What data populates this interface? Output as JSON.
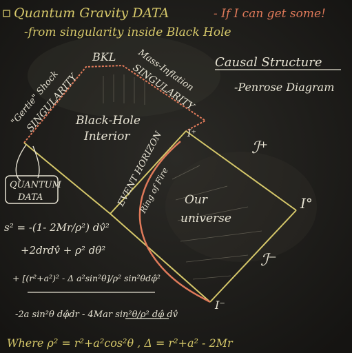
{
  "header": {
    "title": "Quantum Gravity DATA",
    "title_aside": "- If I can get some!",
    "subtitle": "-from singularity inside Black Hole"
  },
  "diagram_label": {
    "title": "Causal Structure",
    "subtitle": "-Penrose Diagram"
  },
  "singularities": {
    "gertie_shock": "\"Gertie\" Shock",
    "singularity_left": "SINGULARITY",
    "bkl": "BKL",
    "mass_inflation": "Mass-Inflation",
    "singularity_right": "SINGULARITY"
  },
  "regions": {
    "interior_line1": "Black-Hole",
    "interior_line2": "Interior",
    "universe_line1": "Our",
    "universe_line2": "universe",
    "event_horizon": "EVENT HORIZON",
    "ring_of_fire": "Ring of Fire"
  },
  "infinity_labels": {
    "i_plus": "I⁺",
    "scri_plus": "ℐ⁺",
    "i_zero": "I°",
    "scri_minus": "ℐ⁻",
    "i_minus": "I⁻"
  },
  "quantum_data_box": {
    "line1": "QUANTUM",
    "line2": "DATA"
  },
  "metric": {
    "line1": "s² = -(1- 2Mr/ρ²) dv̂²",
    "line2": "+2drdv̂ + ρ² dθ²",
    "line3": "+ [(r²+a²)² - Δ a²sin²θ]/ρ² sin²θdφ̂²",
    "line4": "-2a sin²θ dφ̂dr - 4Mar sin²θ/ρ² dφ̂ dv̂",
    "line5": "Where ρ² = r²+a²cos²θ , Δ = r²+a² - 2Mr"
  },
  "colors": {
    "board": "#1d1c19",
    "chalk_white": "#e6e2d2",
    "chalk_yellow": "#d6c86a",
    "chalk_red": "#e07a5a",
    "chalk_pink": "#d98a7a",
    "chalk_faint": "#8c8776"
  }
}
